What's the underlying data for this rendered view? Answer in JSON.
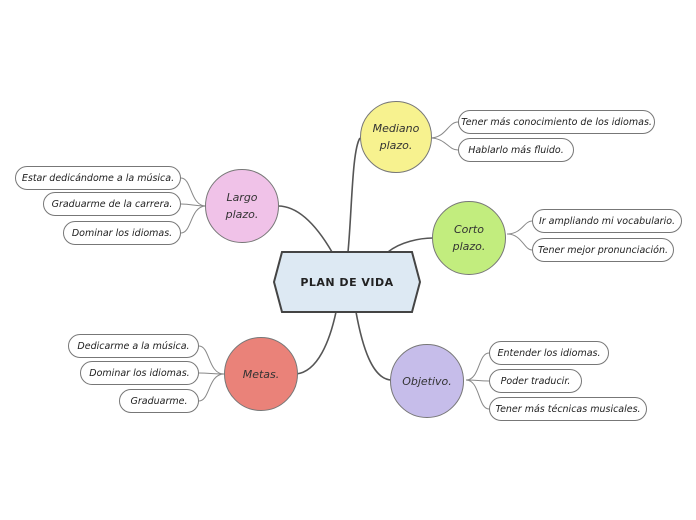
{
  "center": {
    "label": "PLAN DE VIDA",
    "color": "#dde9f3"
  },
  "branches": {
    "mediano": {
      "label": "Mediano plazo.",
      "color": "#f7f28f",
      "leaves": [
        "Tener más conocimiento de los idiomas.",
        "Hablarlo más fluido."
      ]
    },
    "corto": {
      "label": "Corto plazo.",
      "color": "#c2ed7e",
      "leaves": [
        "Ir ampliando mi vocabulario.",
        "Tener mejor pronunciación."
      ]
    },
    "largo": {
      "label": "Largo plazo.",
      "color": "#f0c2e8",
      "leaves": [
        "Estar dedicándome a la música.",
        "Graduarme de la carrera.",
        "Dominar los idiomas."
      ]
    },
    "metas": {
      "label": "Metas.",
      "color": "#ea8279",
      "leaves": [
        "Dedicarme a la música.",
        "Dominar los idiomas.",
        "Graduarme."
      ]
    },
    "objetivo": {
      "label": "Objetivo.",
      "color": "#c6bdea",
      "leaves": [
        "Entender los idiomas.",
        "Poder traducir.",
        "Tener más técnicas musicales."
      ]
    }
  }
}
